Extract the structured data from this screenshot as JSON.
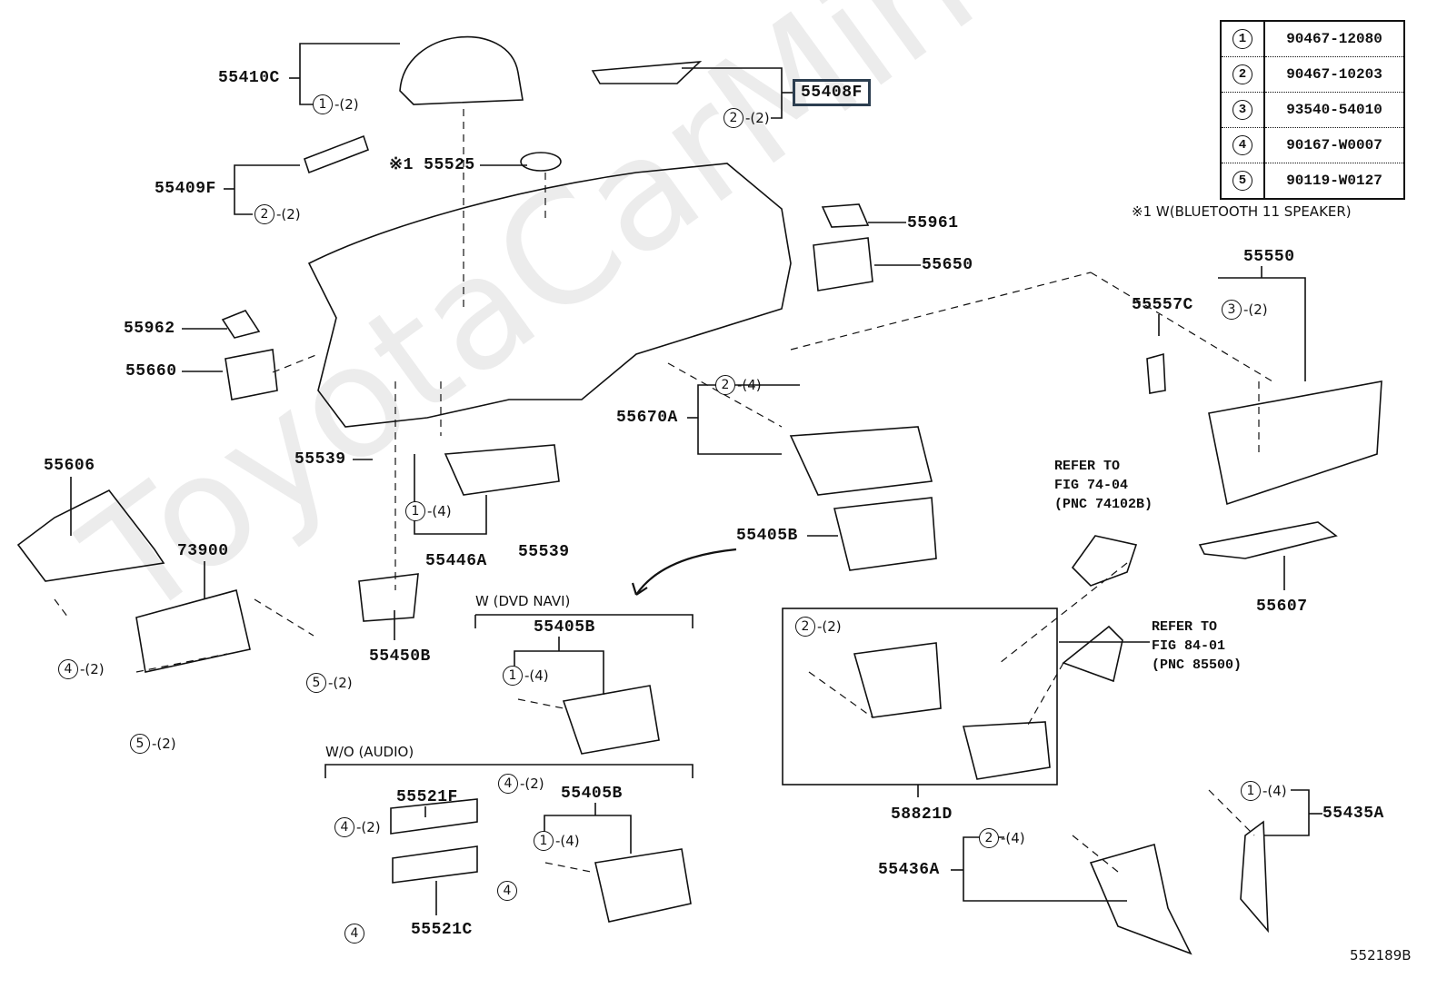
{
  "watermark": "ToyotaCarMine.ru",
  "legend": [
    {
      "num": "1",
      "part": "90467-12080"
    },
    {
      "num": "2",
      "part": "90467-10203"
    },
    {
      "num": "3",
      "part": "93540-54010"
    },
    {
      "num": "4",
      "part": "90167-W0007"
    },
    {
      "num": "5",
      "part": "90119-W0127"
    }
  ],
  "footnote": "※1 W(BLUETOOTH 11 SPEAKER)",
  "labels": {
    "p55410C": "55410C",
    "p55408F": "55408F",
    "p55525": "※1 55525",
    "p55409F": "55409F",
    "p55961": "55961",
    "p55650": "55650",
    "p55962": "55962",
    "p55660": "55660",
    "p55550": "55550",
    "p55557C": "55557C",
    "p55670A": "55670A",
    "p55539a": "55539",
    "p55606": "55606",
    "p55446A": "55446A",
    "p55539b": "55539",
    "p73900": "73900",
    "p55405Ba": "55405B",
    "p55607": "55607",
    "p55405Bb": "55405B",
    "p55450B": "55450B",
    "p55521F": "55521F",
    "p55405Bc": "55405B",
    "p55521C": "55521C",
    "p58821D": "58821D",
    "p55436A": "55436A",
    "p55435A": "55435A"
  },
  "notes": {
    "refer1": "REFER TO\nFIG 74-04\n(PNC 74102B)",
    "refer2": "REFER TO\nFIG 84-01\n(PNC 85500)",
    "dvd": "W (DVD  NAVI)",
    "audio": "W/O (AUDIO)",
    "figno": "552189B"
  },
  "callouts": [
    {
      "num": "1",
      "qty": "-(2)"
    },
    {
      "num": "2",
      "qty": "-(2)"
    },
    {
      "num": "2",
      "qty": "-(2)"
    },
    {
      "num": "3",
      "qty": "-(2)"
    },
    {
      "num": "2",
      "qty": "-(4)"
    },
    {
      "num": "1",
      "qty": "-(4)"
    },
    {
      "num": "1",
      "qty": "-(4)"
    },
    {
      "num": "2",
      "qty": "-(2)"
    },
    {
      "num": "4",
      "qty": "-(2)"
    },
    {
      "num": "5",
      "qty": "-(2)"
    },
    {
      "num": "5",
      "qty": "-(2)"
    },
    {
      "num": "4",
      "qty": "-(2)"
    },
    {
      "num": "4",
      "qty": "-(2)"
    },
    {
      "num": "1",
      "qty": "-(4)"
    },
    {
      "num": "4",
      "qty": ""
    },
    {
      "num": "4",
      "qty": ""
    },
    {
      "num": "2",
      "qty": "-(4)"
    },
    {
      "num": "1",
      "qty": "-(4)"
    }
  ]
}
